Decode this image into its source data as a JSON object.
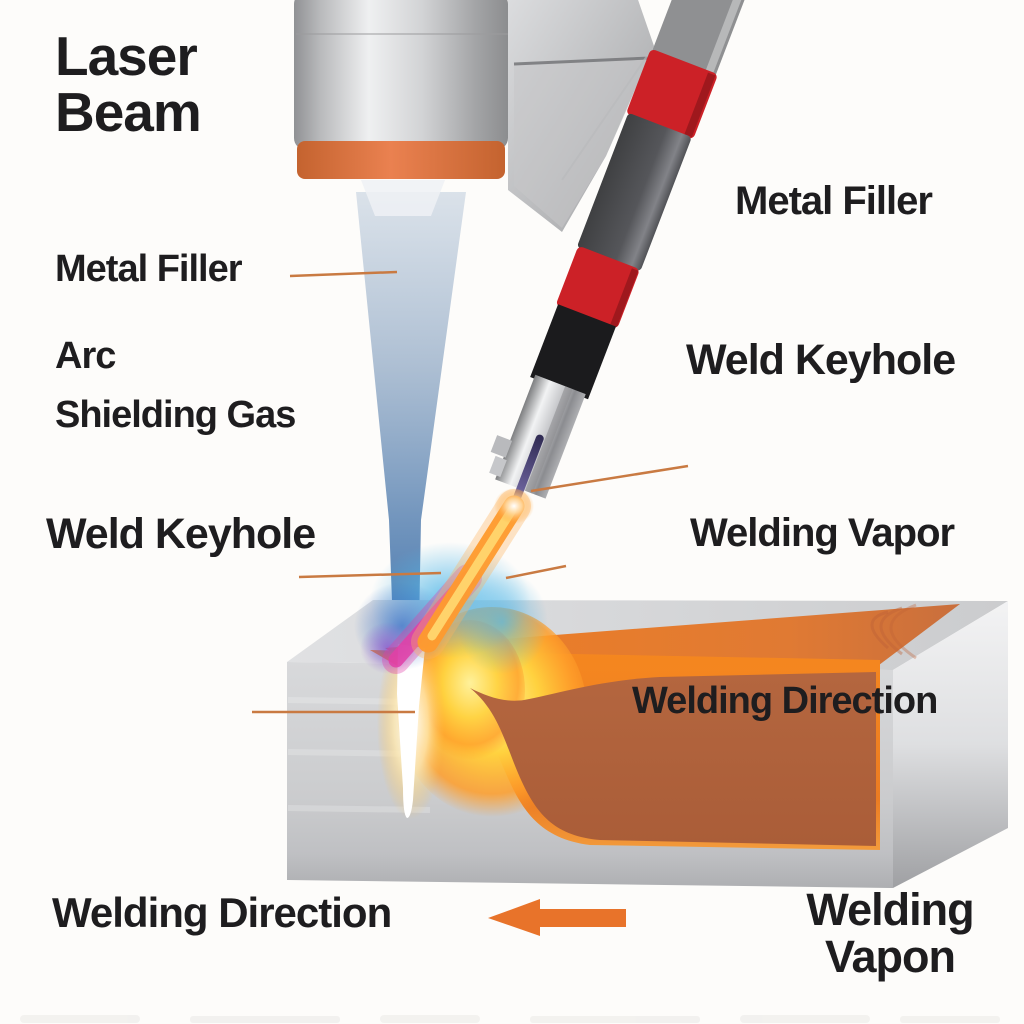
{
  "diagram": {
    "subject": "laser-hybrid-welding-process",
    "labels": {
      "laser_beam": "Laser Beam",
      "metal_filler_left": "Metal Filler",
      "arc": "Arc",
      "shielding_gas": "Shielding Gas",
      "weld_keyhole_left": "Weld Keyhole",
      "metal_filler_right": "Metal Filler",
      "weld_keyhole_right": "Weld Keyhole",
      "welding_vapor": "Welding Vapor",
      "welding_direction_block": "Welding Direction",
      "welding_direction_bottom": "Welding Direction",
      "welding_vapon": "Welding Vapon"
    },
    "icons": {
      "direction_arrow": "left-arrow"
    },
    "colors": {
      "background": "#fdfcfa",
      "label_text": "#1e1d1f",
      "leader_line": "#c97a42",
      "arrow_orange": "#e8732a",
      "torch_red_band": "#cc2127",
      "torch_black": "#1b1b1d",
      "laser_head_band": "#e2733f",
      "laser_beam_blue": "#4a7ab0",
      "molten_orange": "#ed7d24",
      "weld_pool_rust": "#b4663f",
      "hot_zone_yellow": "#ffd93e",
      "arc_magenta": "#e23fa8",
      "plume_cyan": "#54b8e8",
      "workpiece_grey": "#c9cacd"
    }
  }
}
